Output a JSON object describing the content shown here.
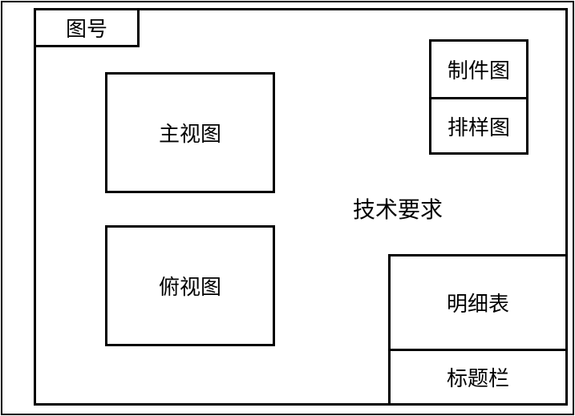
{
  "drawing_number": "图号",
  "main_view": "主视图",
  "top_view": "俯视图",
  "part_drawing": "制件图",
  "layout_drawing": "排样图",
  "technical_requirements": "技术要求",
  "bill_of_materials": "明细表",
  "title_block": "标题栏"
}
